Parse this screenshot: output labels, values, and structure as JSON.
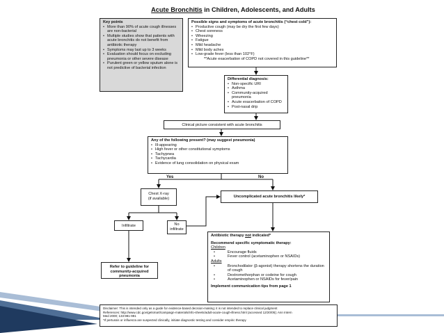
{
  "title": {
    "underlined": "Acute Bronchitis",
    "rest": " in Children, Adolescents, and Adults"
  },
  "key_points": {
    "heading": "Key points",
    "items": [
      "More than 90% of acute cough illnesses are non-bacterial",
      "Multiple studies show that patients with acute bronchitis do not benefit from antibiotic therapy",
      "Symptoms may last up to 3 weeks",
      "Evaluation should focus on excluding pneumonia or other severe disease",
      "Purulent green or yellow sputum alone is not predictive of bacterial infection"
    ]
  },
  "signs": {
    "heading": "Possible signs and symptoms of acute bronchitis (“chest cold”):",
    "items": [
      "Productive cough (may be dry the first few days)",
      "Chest soreness",
      "Wheezing",
      "Fatigue",
      "Mild headache",
      "Mild body aches",
      "Low-grade fever (less than 102°F)"
    ],
    "note": "**Acute exacerbation of COPD not covered in this guideline**"
  },
  "differential": {
    "heading": "Differential diagnosis:",
    "items": [
      "Non-specific URI",
      "Asthma",
      "Community-acquired pneumonia",
      "Acute exacerbation of COPD",
      "Post-nasal drip"
    ]
  },
  "clinical": {
    "text": "Clinical picture consistent with acute bronchitis"
  },
  "pneumonia_check": {
    "heading": "Any of the following present? (may suggest pneumonia)",
    "items": [
      "Ill-appearing",
      "High fever or other constitutional symptoms",
      "Tachypnea",
      "Tachycardia",
      "Evidence of lung consolidation on physical exam"
    ]
  },
  "yes_label": "Yes",
  "no_label": "No",
  "xray": {
    "line1": "Chest X-ray",
    "line2": "(if available)"
  },
  "uncomplicated": {
    "text": "Uncomplicated acute bronchitis likely*"
  },
  "infiltrate": {
    "text": "Infiltrate"
  },
  "no_infiltrate": {
    "line1": "No",
    "line2": "infiltrate"
  },
  "refer": {
    "line1": "Refer to guideline for",
    "line2": "community-acquired",
    "line3": "pneumonia"
  },
  "therapy": {
    "antibiotic_pre": "Antibiotic therapy ",
    "antibiotic_not": "not",
    "antibiotic_post": " indicated*",
    "recommend": "Recommend specific symptomatic therapy:",
    "children_label": "Children",
    "children_items": [
      "Encourage fluids",
      "Fever control (acetaminophen or NSAIDs)"
    ],
    "adults_label": "Adults",
    "adults_items": [
      "Bronchodilator (β-agonist) therapy shortens the duration of cough",
      "Dextromethorphan or codeine for cough",
      "Acetaminophen or NSAIDs for fever/pain"
    ],
    "implement": "Implement communication tips from page 1"
  },
  "disclaimer": {
    "line1": "Disclaimer: This is intended only as a guide for evidence-based decision-making; it is not intended to replace clinical judgment",
    "line2": "References: http://www.cdc.gov/getsmart/campaign-materials/info-sheets/adult-acute-cough-illness.html (accessed 12/20/05); Ann Intern",
    "line3": "Med 2000; 133:981-991",
    "line4": "*If pertussis or influenza are suspected clinically, initiate diagnostic testing and consider empiric therapy"
  },
  "colors": {
    "stripe_dark": "#1f3a5f",
    "stripe_mid": "#4f6f96",
    "stripe_light": "#a9bdd6",
    "key_points_bg": "#d9d9d9"
  }
}
